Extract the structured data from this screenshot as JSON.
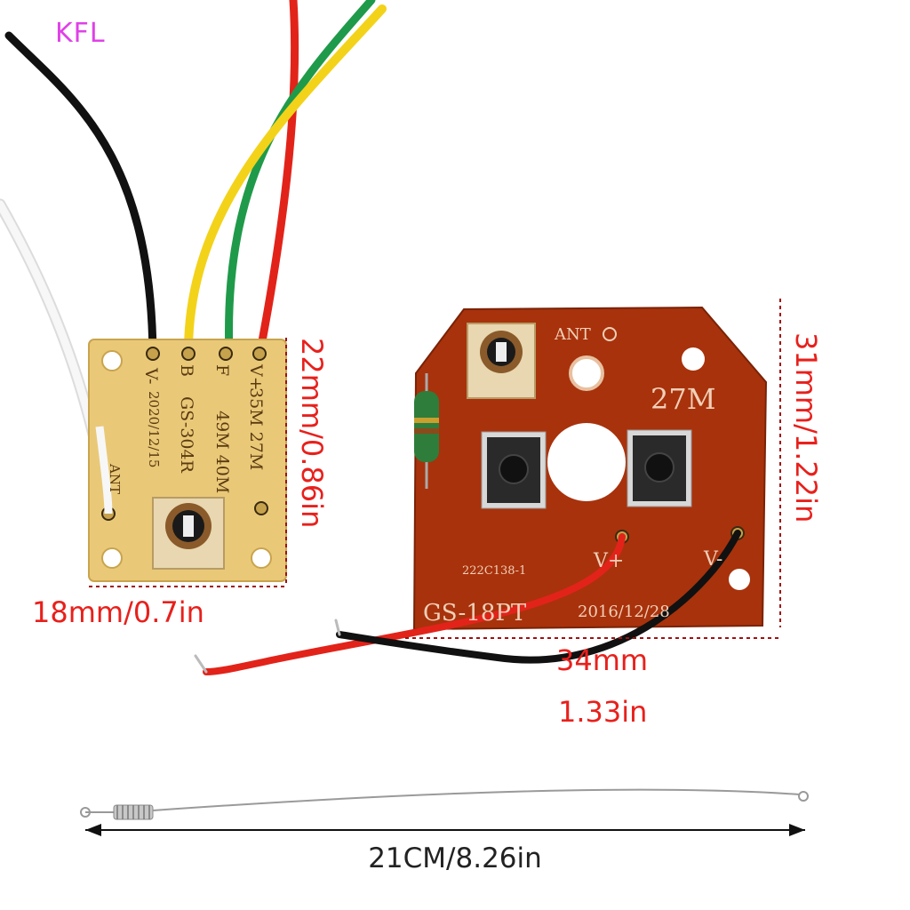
{
  "watermark": "KFL",
  "small_board": {
    "pin_labels": [
      "V-",
      "B",
      "F",
      "V+"
    ],
    "freq_col1": "35M 27M",
    "freq_col2": "49M 40M",
    "model": "GS-304R",
    "date": "2020/12/15",
    "ant_label": "ANT",
    "height_label": "22mm/0.86in",
    "width_label": "18mm/0.7in"
  },
  "large_board": {
    "ant_label": "ANT",
    "freq": "27M",
    "part_number": "222C138-1",
    "vplus": "V+",
    "vminus": "V-",
    "model": "GS-18PT",
    "date": "2016/12/28",
    "height_label": "31mm/1.22in",
    "width_mm_label": "34mm",
    "width_in_label": "1.33in"
  },
  "antenna": {
    "length_label": "21CM/8.26in"
  },
  "colors": {
    "dimension_red": "#e8201c",
    "watermark": "#e040e8",
    "small_pcb": "#e9c978",
    "large_pcb": "#a8320c"
  }
}
